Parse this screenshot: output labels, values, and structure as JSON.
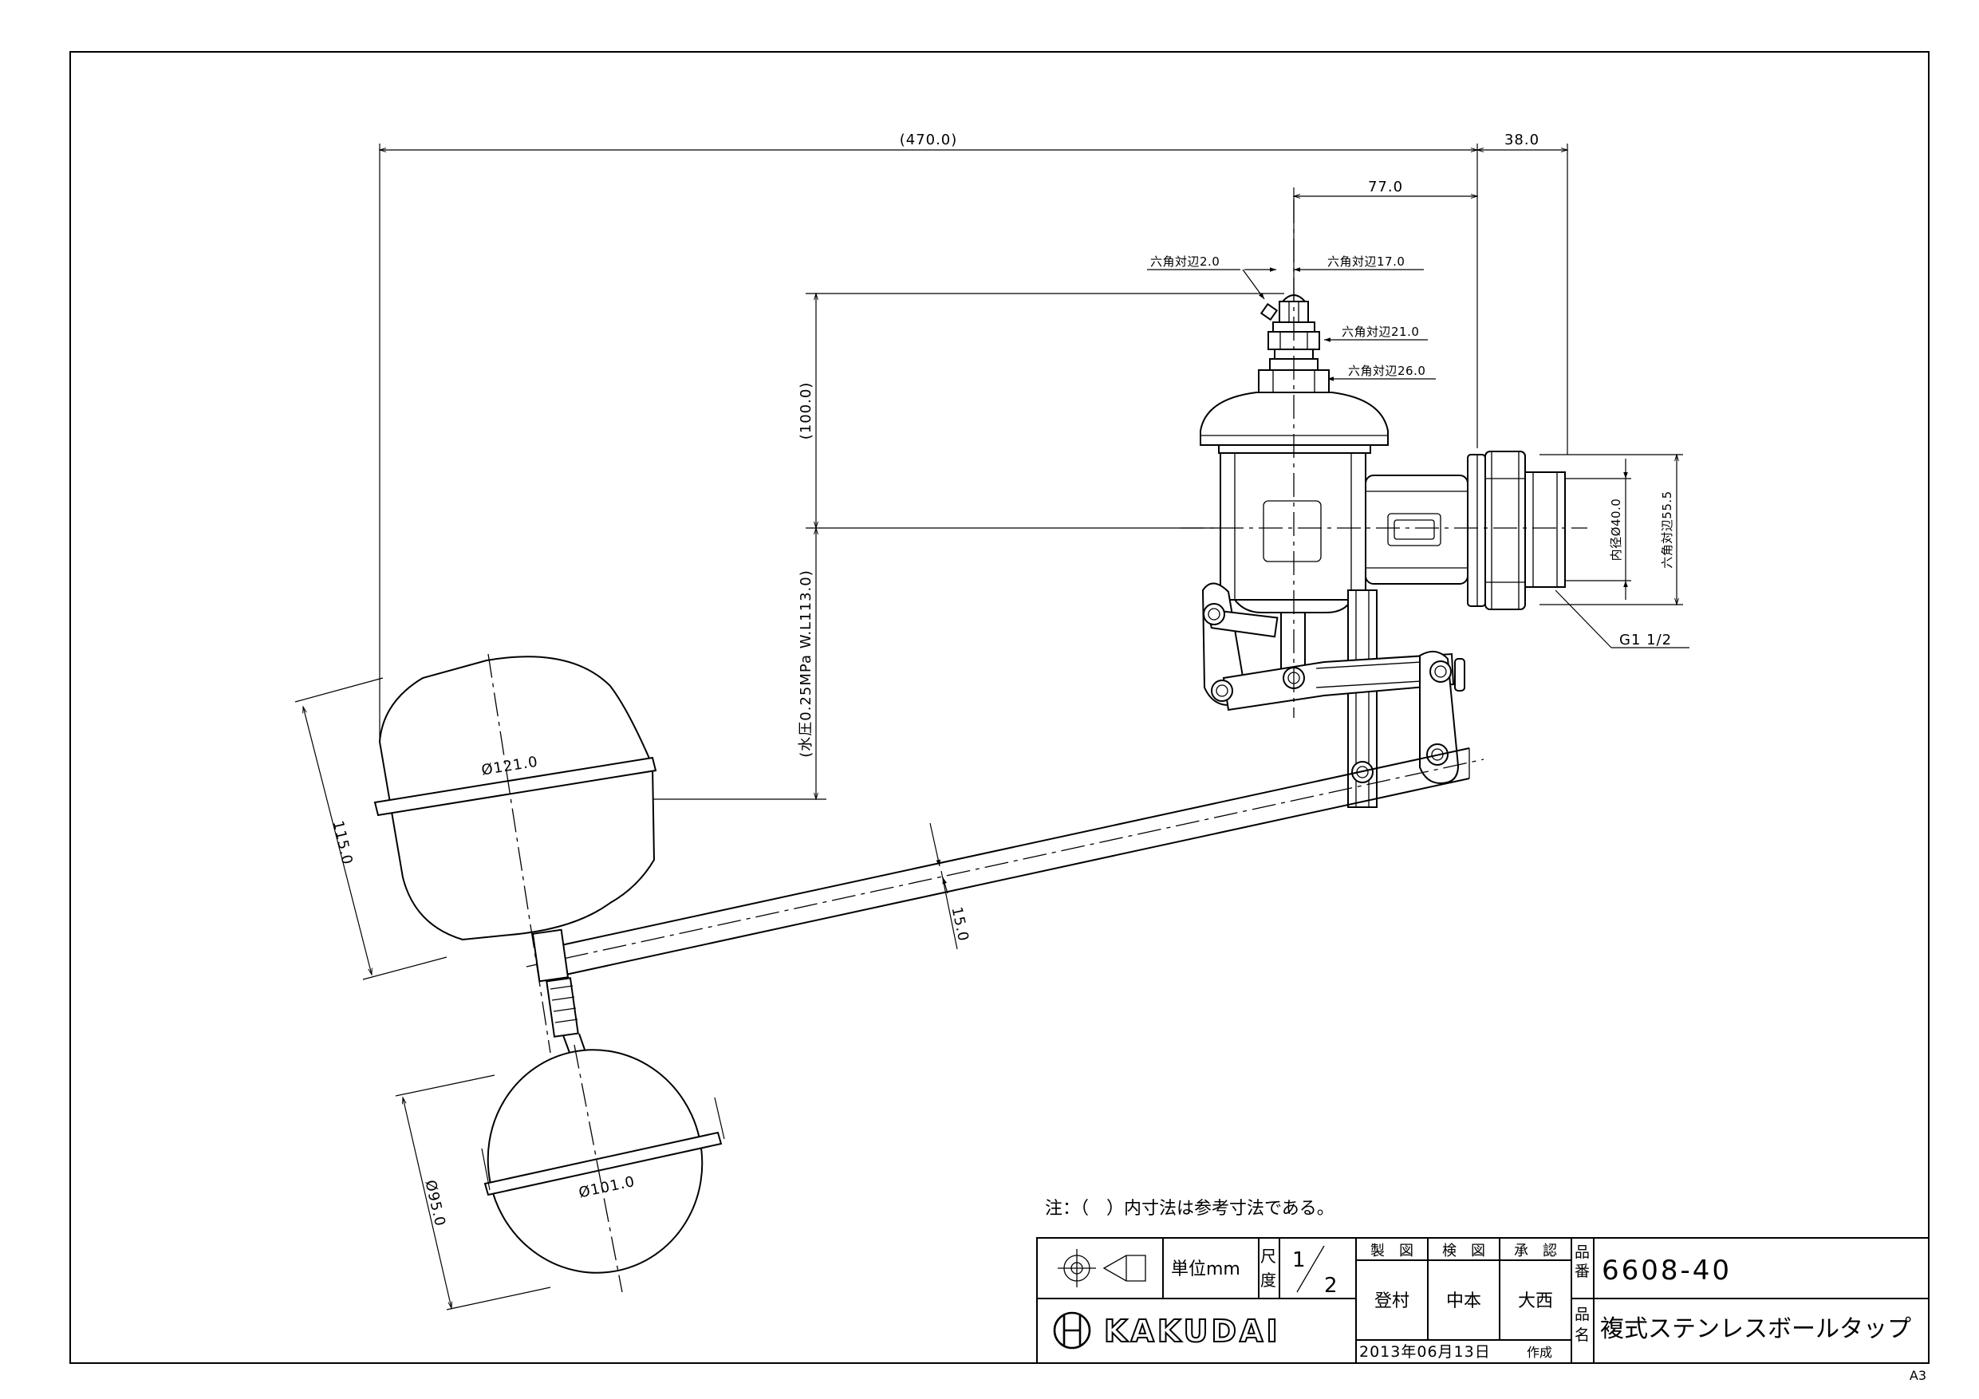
{
  "dims": {
    "overall_width": "(470.0)",
    "flange_depth": "38.0",
    "body_offset": "77.0",
    "hex_2": "六角対辺2.0",
    "hex_17": "六角対辺17.0",
    "hex_21": "六角対辺21.0",
    "hex_26": "六角対辺26.0",
    "height_100": "(100.0)",
    "water_level": "(水圧0.25MPa W.L113.0)",
    "inner_dia": "内径Ø40.0",
    "hex_55": "六角対辺55.5",
    "thread": "G1 1/2",
    "float1_dia": "Ø121.0",
    "float1_height": "115.0",
    "rod_dia": "15.0",
    "float2_dia": "Ø101.0",
    "float2_height": "Ø95.0"
  },
  "note": "注：（　）内寸法は参考寸法である。",
  "title_block": {
    "unit_label": "単位mm",
    "scale_label_1": "尺",
    "scale_label_2": "度",
    "scale_num": "1",
    "scale_den": "2",
    "drawn_label": "製　図",
    "checked_label": "検　図",
    "approved_label": "承　認",
    "drawn_by": "登村",
    "checked_by": "中本",
    "approved_by": "大西",
    "date": "2013年06月13日",
    "created_label": "作成",
    "part_no_label_1": "品",
    "part_no_label_2": "番",
    "part_no": "6608-40",
    "part_name_label_1": "品",
    "part_name_label_2": "名",
    "part_name": "複式ステンレスボールタップ",
    "brand": "KAKUDAI"
  },
  "sheet_size": "A3"
}
